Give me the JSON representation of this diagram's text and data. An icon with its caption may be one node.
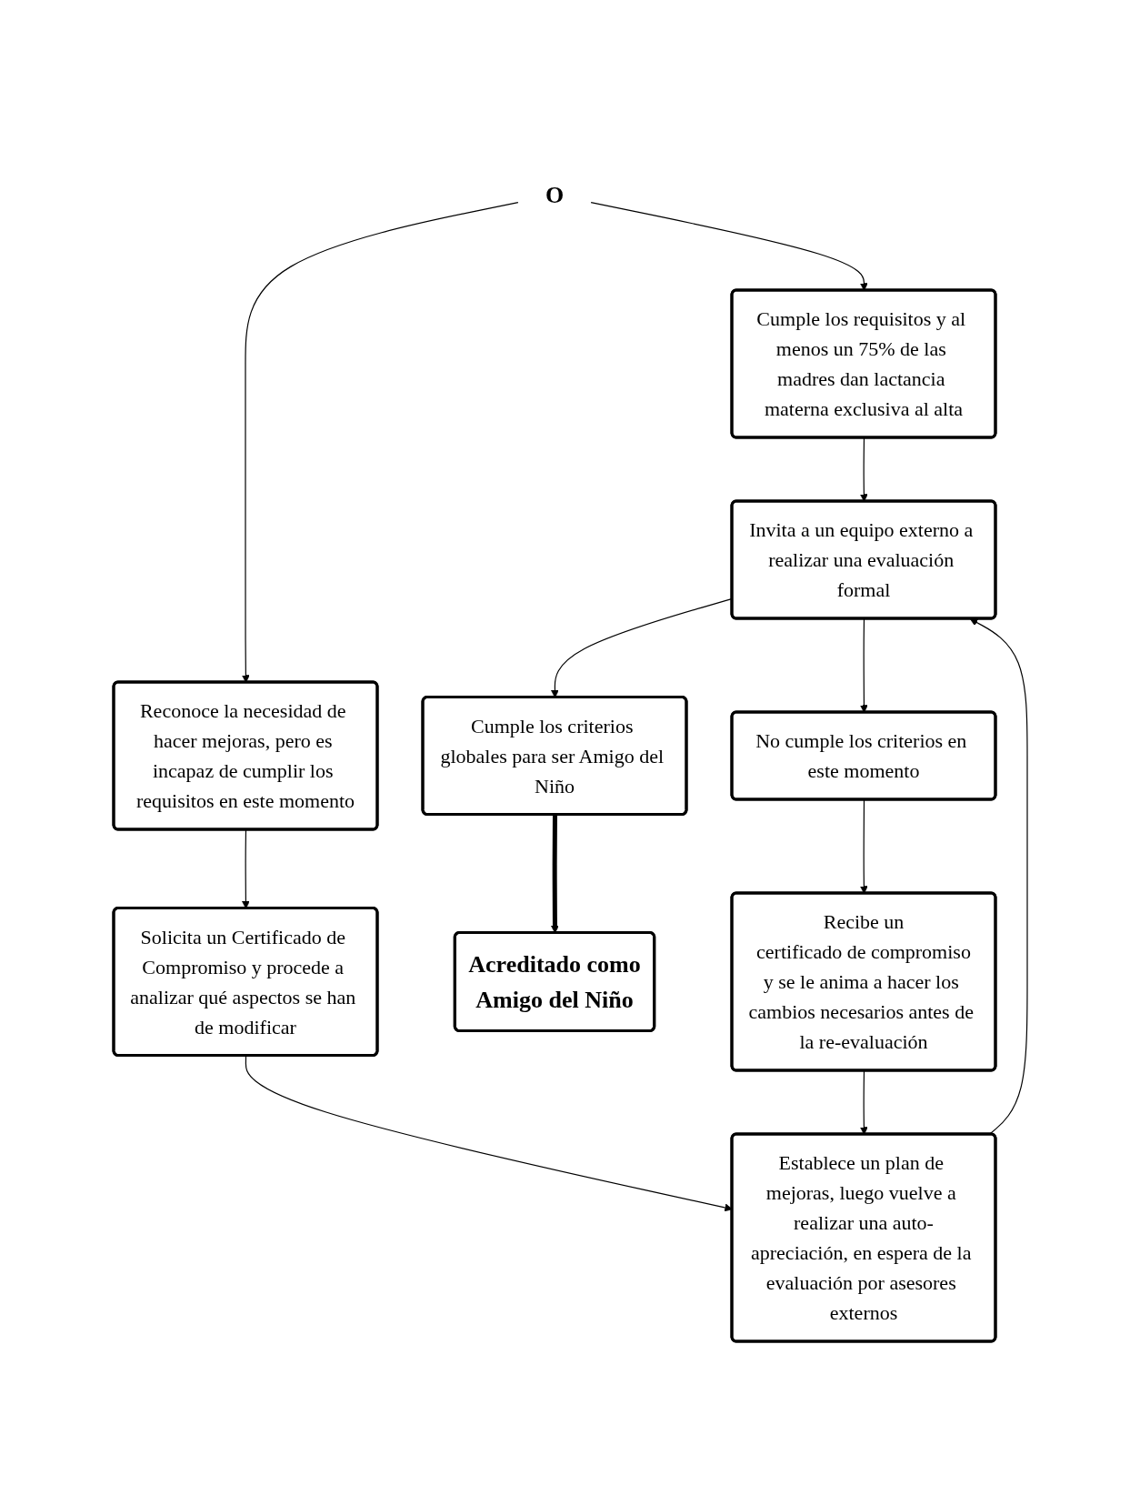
{
  "diagram": {
    "nodes": [
      {
        "text": [
          "Cumple los requisitos y al menos un 75% de las madres dan lactancia materna exclusiva al alta"
        ]
      },
      {
        "text": [
          "O"
        ]
      },
      {
        "text": [
          "Reconoce la necesidad de hacer mejoras, pero es incapaz de cumplir los requisitos en este momento"
        ]
      },
      {
        "text": [
          "Invita a un equipo externo a realizar una evaluación formal"
        ]
      },
      {
        "text": [
          "Solicita un Certificado de Compromiso y procede a analizar qué aspectos se han de modificar"
        ]
      },
      {
        "text": [
          "Cumple los criterios globales para ser Amigo del Niño"
        ]
      },
      {
        "text": [
          "No cumple los criterios en este momento"
        ]
      },
      {
        "text": [
          "Establece un plan de mejoras, luego vuelve a realizar una auto-apreciación, en espera de la evaluación por asesores externos"
        ]
      },
      {
        "text": [
          "Acreditado como",
          "Amigo del Niño"
        ]
      },
      {
        "text": [
          "Recibe un",
          "certificado de compromiso",
          "y se le anima a hacer los cambios necesarios antes de la re-evaluación"
        ]
      }
    ],
    "edges": [
      {
        "from": 1,
        "to": 0,
        "arrow": "to"
      },
      {
        "from": 1,
        "to": 2,
        "arrow": "to"
      },
      {
        "from": 0,
        "to": 3,
        "arrow": "to"
      },
      {
        "from": 2,
        "to": 4,
        "arrow": "to"
      },
      {
        "from": 3,
        "to": 5,
        "arrow": "to"
      },
      {
        "from": 3,
        "to": 6,
        "arrow": "to"
      },
      {
        "from": 4,
        "to": 7,
        "arrow": "to"
      },
      {
        "from": 7,
        "to": 3,
        "arrow": "to"
      },
      {
        "from": 5,
        "to": 8,
        "arrow": "to",
        "style": "thick"
      },
      {
        "from": 6,
        "to": 9,
        "arrow": "to"
      },
      {
        "from": 9,
        "to": 7,
        "arrow": "to"
      }
    ]
  }
}
